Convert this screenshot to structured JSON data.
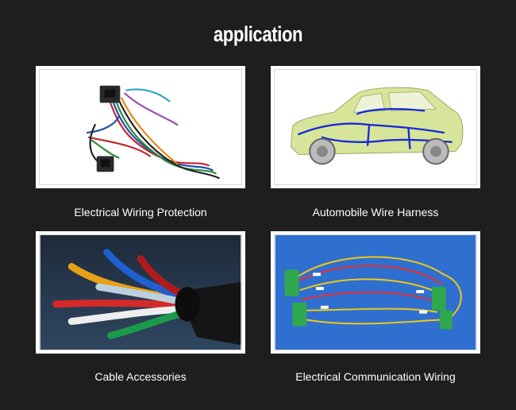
{
  "page": {
    "title": "application"
  },
  "items": [
    {
      "caption": "Electrical Wiring Protection",
      "image": "wiring-harness-photo"
    },
    {
      "caption": "Automobile Wire Harness",
      "image": "car-wiring-diagram"
    },
    {
      "caption": "Cable Accessories",
      "image": "multicore-cable-photo"
    },
    {
      "caption": "Electrical Communication Wiring",
      "image": "communication-wiring-photo"
    }
  ]
}
